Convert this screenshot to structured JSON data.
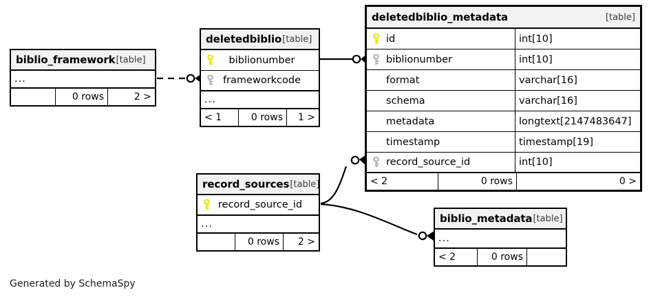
{
  "diagram": {
    "caption": "Generated by SchemaSpy",
    "table_tag": "[table]",
    "ellipsis": "...",
    "rows_label": "0 rows",
    "colors": {
      "primary_key": "#e8e100",
      "foreign_key": "#b0b0b0",
      "header_bg": "#f2f2f2",
      "border": "#000000",
      "background": "#ffffff"
    }
  },
  "tables": [
    {
      "id": "deletedbiblio_metadata",
      "name": "deletedbiblio_metadata",
      "tag": "[table]",
      "columns": [
        {
          "name": "id",
          "type": "int[10]",
          "key": "primary"
        },
        {
          "name": "biblionumber",
          "type": "int[10]",
          "key": "foreign"
        },
        {
          "name": "format",
          "type": "varchar[16]",
          "key": "none"
        },
        {
          "name": "schema",
          "type": "varchar[16]",
          "key": "none"
        },
        {
          "name": "metadata",
          "type": "longtext[2147483647]",
          "key": "none"
        },
        {
          "name": "timestamp",
          "type": "timestamp[19]",
          "key": "none"
        },
        {
          "name": "record_source_id",
          "type": "int[10]",
          "key": "foreign"
        }
      ],
      "footer": {
        "left": "< 2",
        "center": "0 rows",
        "right": "0 >"
      }
    },
    {
      "id": "deletedbiblio",
      "name": "deletedbiblio",
      "tag": "[table]",
      "columns": [
        {
          "name": "biblionumber",
          "type": "",
          "key": "primary"
        },
        {
          "name": "frameworkcode",
          "type": "",
          "key": "foreign"
        }
      ],
      "ellipsis": "...",
      "footer": {
        "left": "< 1",
        "center": "0 rows",
        "right": "1 >"
      }
    },
    {
      "id": "biblio_framework",
      "name": "biblio_framework",
      "tag": "[table]",
      "columns": [],
      "ellipsis": "...",
      "footer": {
        "left": "",
        "center": "0 rows",
        "right": "2 >"
      }
    },
    {
      "id": "record_sources",
      "name": "record_sources",
      "tag": "[table]",
      "columns": [
        {
          "name": "record_source_id",
          "type": "",
          "key": "primary"
        }
      ],
      "ellipsis": "...",
      "footer": {
        "left": "",
        "center": "0 rows",
        "right": "2 >"
      }
    },
    {
      "id": "biblio_metadata",
      "name": "biblio_metadata",
      "tag": "[table]",
      "columns": [],
      "ellipsis": "...",
      "footer": {
        "left": "< 2",
        "center": "0 rows",
        "right": ""
      }
    }
  ],
  "relationships": [
    {
      "from": "biblio_framework",
      "to": "deletedbiblio",
      "style": "dashed",
      "cardinality": "zero-or-many"
    },
    {
      "from": "deletedbiblio",
      "to": "deletedbiblio_metadata",
      "style": "solid",
      "cardinality": "zero-or-many"
    },
    {
      "from": "record_sources",
      "to": "deletedbiblio_metadata",
      "style": "solid",
      "cardinality": "zero-or-many"
    },
    {
      "from": "record_sources",
      "to": "biblio_metadata",
      "style": "solid",
      "cardinality": "zero-or-many"
    }
  ]
}
